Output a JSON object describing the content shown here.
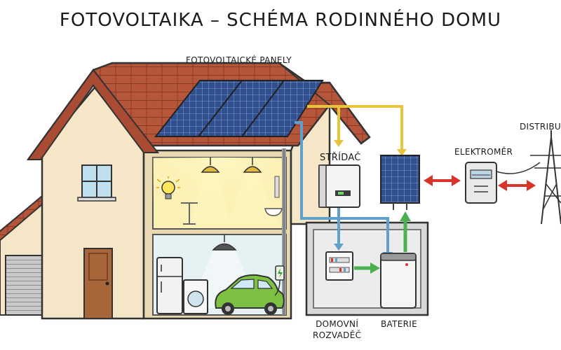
{
  "title": "FOTOVOLTAIKA – SCHÉMA RODINNÉHO DOMU",
  "labels": {
    "panels": "FOTOVOLTAICKÉ PANELY",
    "inverter": "STŘÍDAČ",
    "meter": "ELEKTROMĚR",
    "grid": "DISTRIBUČ",
    "board_line1": "DOMOVNÍ",
    "board_line2": "ROZVADĚČ",
    "battery": "BATERIE"
  },
  "colors": {
    "wall": "#f4e6c6",
    "roof": "#b5553a",
    "panel": "#2f4f8f",
    "cable_dc": "#e8c43a",
    "cable_ac": "#5fa0cf",
    "flow_battery": "#4caf50",
    "flow_grid": "#d9342b",
    "room_light": "#fbf1b5",
    "garage_room": "#e6f1f4",
    "car": "#7cc142"
  }
}
